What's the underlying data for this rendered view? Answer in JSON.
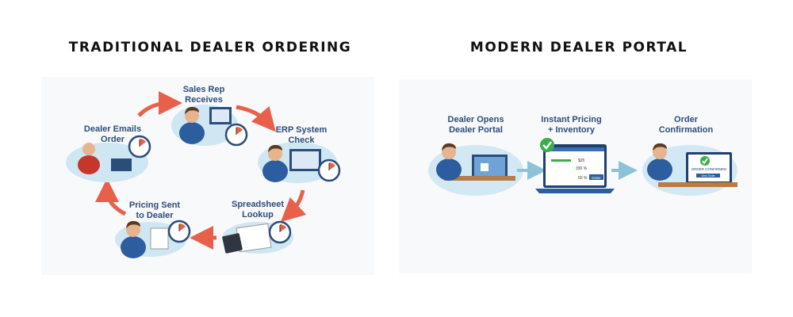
{
  "traditional": {
    "title": "TRADITIONAL DEALER ORDERING",
    "steps": [
      {
        "label_1": "Sales Rep",
        "label_2": "Receives"
      },
      {
        "label_1": "ERP System",
        "label_2": "Check"
      },
      {
        "label_1": "Spreadsheet",
        "label_2": "Lookup"
      },
      {
        "label_1": "Pricing Sent",
        "label_2": "to Dealer"
      },
      {
        "label_1": "Dealer Emails",
        "label_2": "Order"
      }
    ]
  },
  "modern": {
    "title": "MODERN DEALER PORTAL",
    "steps": [
      {
        "label_1": "Dealer Opens",
        "label_2": "Dealer Portal"
      },
      {
        "label_1": "Instant Pricing",
        "label_2": "+ Inventory"
      },
      {
        "label_1": "Order",
        "label_2": "Confirmation"
      }
    ],
    "screen": {
      "values": [
        "$25",
        "330 %",
        "50 %"
      ],
      "order_button": "Order"
    },
    "confirm": {
      "text": "ORDER CONFIRMED",
      "button": "View Order"
    }
  },
  "colors": {
    "arrow": "#e8604a",
    "label": "#2b4d7a",
    "arrow_modern": "#8cc3d6",
    "check": "#3aae4a"
  }
}
